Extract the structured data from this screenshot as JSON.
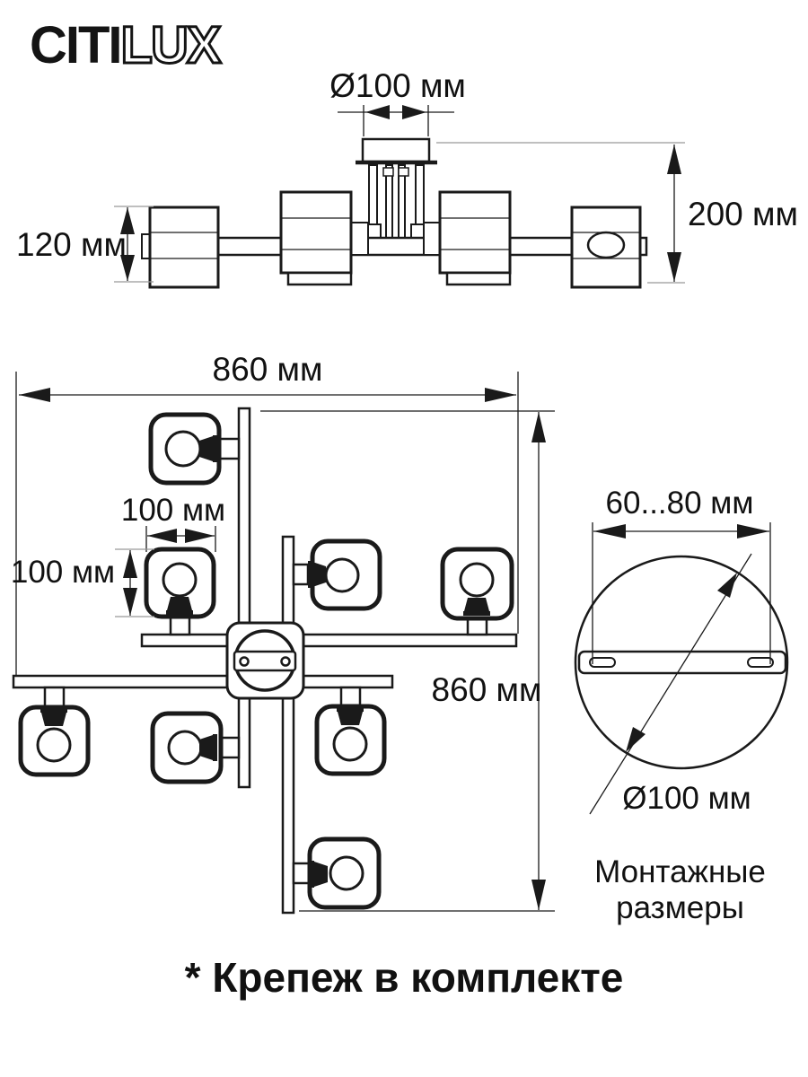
{
  "brand": {
    "logo_solid": "CITI",
    "logo_outline": "LUX"
  },
  "side_view": {
    "canopy_diameter_label": "Ø100 мм",
    "total_height_label": "200 мм",
    "shade_height_label": "120 мм"
  },
  "plan_view": {
    "total_width_label": "860 мм",
    "total_depth_label": "860 мм",
    "shade_width_label": "100 мм",
    "shade_depth_label": "100 мм"
  },
  "mount": {
    "slot_span_label": "60...80 мм",
    "plate_diameter_label": "Ø100 мм",
    "caption_line1": "Монтажные",
    "caption_line2": "размеры"
  },
  "footnote": "* Крепеж в комплекте",
  "colors": {
    "line": "#1a1a1a",
    "ext_line": "#999999",
    "background": "#ffffff"
  }
}
